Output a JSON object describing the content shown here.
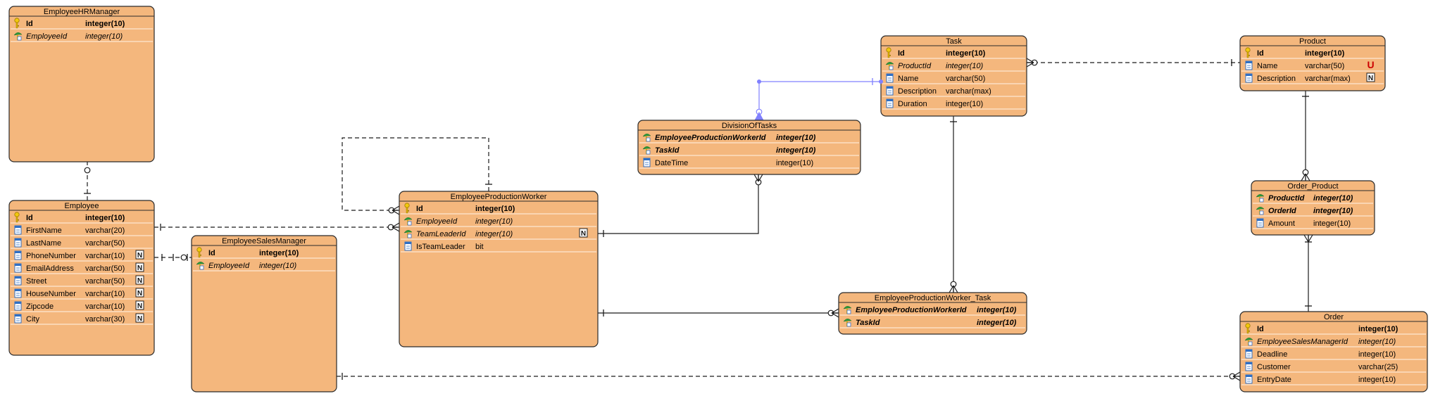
{
  "entities": [
    {
      "id": "employee_hr_manager",
      "name": "EmployeeHRManager",
      "columns": [
        {
          "icon": "primary-key",
          "name": "Id",
          "type": "integer(10)",
          "style": "bold"
        },
        {
          "icon": "foreign-key",
          "name": "EmployeeId",
          "type": "integer(10)",
          "style": "italic"
        }
      ]
    },
    {
      "id": "employee",
      "name": "Employee",
      "columns": [
        {
          "icon": "primary-key",
          "name": "Id",
          "type": "integer(10)",
          "style": "bold"
        },
        {
          "icon": "column",
          "name": "FirstName",
          "type": "varchar(20)",
          "style": "normal"
        },
        {
          "icon": "column",
          "name": "LastName",
          "type": "varchar(50)",
          "style": "normal"
        },
        {
          "icon": "column",
          "name": "PhoneNumber",
          "type": "varchar(10)",
          "style": "normal",
          "flag": "N"
        },
        {
          "icon": "column",
          "name": "EmailAddress",
          "type": "varchar(50)",
          "style": "normal",
          "flag": "N"
        },
        {
          "icon": "column",
          "name": "Street",
          "type": "varchar(50)",
          "style": "normal",
          "flag": "N"
        },
        {
          "icon": "column",
          "name": "HouseNumber",
          "type": "varchar(10)",
          "style": "normal",
          "flag": "N"
        },
        {
          "icon": "column",
          "name": "Zipcode",
          "type": "varchar(10)",
          "style": "normal",
          "flag": "N"
        },
        {
          "icon": "column",
          "name": "City",
          "type": "varchar(30)",
          "style": "normal",
          "flag": "N"
        }
      ]
    },
    {
      "id": "employee_sales_manager",
      "name": "EmployeeSalesManager",
      "columns": [
        {
          "icon": "primary-key",
          "name": "Id",
          "type": "integer(10)",
          "style": "bold"
        },
        {
          "icon": "foreign-key",
          "name": "EmployeeId",
          "type": "integer(10)",
          "style": "italic"
        }
      ]
    },
    {
      "id": "employee_production_worker",
      "name": "EmployeeProductionWorker",
      "columns": [
        {
          "icon": "primary-key",
          "name": "Id",
          "type": "integer(10)",
          "style": "bold"
        },
        {
          "icon": "foreign-key",
          "name": "EmployeeId",
          "type": "integer(10)",
          "style": "italic"
        },
        {
          "icon": "foreign-key",
          "name": "TeamLeaderId",
          "type": "integer(10)",
          "style": "italic",
          "flag": "N"
        },
        {
          "icon": "column",
          "name": "IsTeamLeader",
          "type": "bit",
          "style": "normal"
        }
      ]
    },
    {
      "id": "division_of_tasks",
      "name": "DivisionOfTasks",
      "columns": [
        {
          "icon": "foreign-key",
          "name": "EmployeeProductionWorkerId",
          "type": "integer(10)",
          "style": "bold-italic"
        },
        {
          "icon": "foreign-key",
          "name": "TaskId",
          "type": "integer(10)",
          "style": "bold-italic"
        },
        {
          "icon": "column",
          "name": "DateTime",
          "type": "integer(10)",
          "style": "normal"
        }
      ]
    },
    {
      "id": "task",
      "name": "Task",
      "columns": [
        {
          "icon": "primary-key",
          "name": "Id",
          "type": "integer(10)",
          "style": "bold"
        },
        {
          "icon": "foreign-key",
          "name": "ProductId",
          "type": "integer(10)",
          "style": "italic"
        },
        {
          "icon": "column",
          "name": "Name",
          "type": "varchar(50)",
          "style": "normal"
        },
        {
          "icon": "column",
          "name": "Description",
          "type": "varchar(max)",
          "style": "normal"
        },
        {
          "icon": "column",
          "name": "Duration",
          "type": "integer(10)",
          "style": "normal"
        }
      ]
    },
    {
      "id": "employee_production_worker_task",
      "name": "EmployeeProductionWorker_Task",
      "columns": [
        {
          "icon": "foreign-key",
          "name": "EmployeeProductionWorkerId",
          "type": "integer(10)",
          "style": "bold-italic"
        },
        {
          "icon": "foreign-key",
          "name": "TaskId",
          "type": "integer(10)",
          "style": "bold-italic"
        }
      ]
    },
    {
      "id": "product",
      "name": "Product",
      "columns": [
        {
          "icon": "primary-key",
          "name": "Id",
          "type": "integer(10)",
          "style": "bold"
        },
        {
          "icon": "column",
          "name": "Name",
          "type": "varchar(50)",
          "style": "normal",
          "flag": "U"
        },
        {
          "icon": "column",
          "name": "Description",
          "type": "varchar(max)",
          "style": "normal",
          "flag": "N"
        }
      ]
    },
    {
      "id": "order_product",
      "name": "Order_Product",
      "columns": [
        {
          "icon": "foreign-key",
          "name": "ProductId",
          "type": "integer(10)",
          "style": "bold-italic"
        },
        {
          "icon": "foreign-key",
          "name": "OrderId",
          "type": "integer(10)",
          "style": "bold-italic"
        },
        {
          "icon": "column",
          "name": "Amount",
          "type": "integer(10)",
          "style": "normal"
        }
      ]
    },
    {
      "id": "order",
      "name": "Order",
      "columns": [
        {
          "icon": "primary-key",
          "name": "Id",
          "type": "integer(10)",
          "style": "bold"
        },
        {
          "icon": "foreign-key",
          "name": "EmployeeSalesManagerId",
          "type": "integer(10)",
          "style": "italic"
        },
        {
          "icon": "column",
          "name": "Deadline",
          "type": "integer(10)",
          "style": "normal"
        },
        {
          "icon": "column",
          "name": "Customer",
          "type": "varchar(25)",
          "style": "normal"
        },
        {
          "icon": "column",
          "name": "EntryDate",
          "type": "integer(10)",
          "style": "normal"
        }
      ]
    }
  ],
  "relationships": [
    {
      "from": "employee",
      "to": "employee_hr_manager",
      "style": "dashed"
    },
    {
      "from": "employee",
      "to": "employee_production_worker",
      "style": "dashed"
    },
    {
      "from": "employee",
      "to": "employee_sales_manager",
      "style": "dashed"
    },
    {
      "from": "employee_production_worker",
      "to": "employee_production_worker",
      "style": "dashed"
    },
    {
      "from": "employee_production_worker",
      "to": "division_of_tasks",
      "style": "solid"
    },
    {
      "from": "task",
      "to": "division_of_tasks",
      "style": "solid",
      "selected": true
    },
    {
      "from": "employee_production_worker",
      "to": "employee_production_worker_task",
      "style": "solid"
    },
    {
      "from": "task",
      "to": "employee_production_worker_task",
      "style": "solid"
    },
    {
      "from": "product",
      "to": "task",
      "style": "dashed"
    },
    {
      "from": "product",
      "to": "order_product",
      "style": "solid"
    },
    {
      "from": "order",
      "to": "order_product",
      "style": "solid"
    },
    {
      "from": "employee_sales_manager",
      "to": "order",
      "style": "dashed"
    }
  ],
  "colors": {
    "entity_fill": "#f4b77d",
    "entity_stroke": "#2b2b2b",
    "row_line": "#fff3e6",
    "selection": "#8080ff",
    "unique_flag": "#cc0000"
  }
}
